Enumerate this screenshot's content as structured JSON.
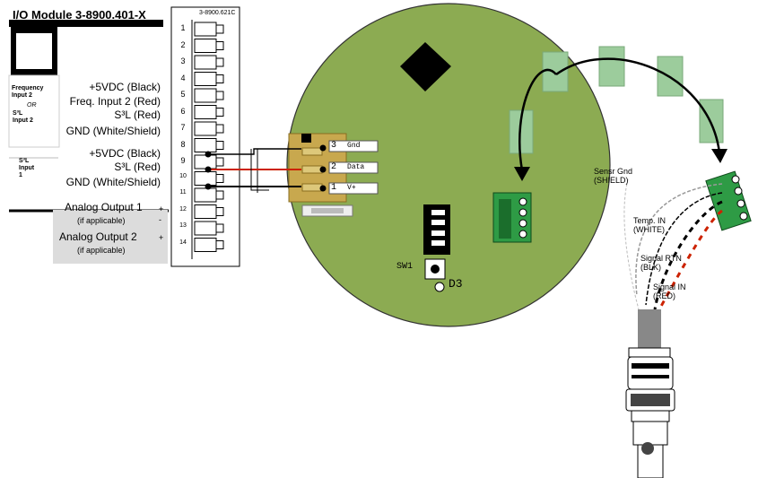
{
  "module": {
    "title": "I/O Module 3-8900.401-X",
    "part_number": "3-8900.621C",
    "pin_numbers": [
      "1",
      "2",
      "3",
      "4",
      "5",
      "6",
      "7",
      "8",
      "9",
      "10",
      "11",
      "12",
      "13",
      "14"
    ]
  },
  "input2": {
    "freq_label": "Frequency\nInput 2",
    "or_label": "OR",
    "s3l_label": "S³L\nInput 2",
    "lines": [
      "+5VDC (Black)",
      "Freq. Input 2 (Red)",
      "S³L (Red)",
      "GND (White/Shield)"
    ]
  },
  "input1": {
    "s3l_label": "S³L\nInput\n1",
    "lines": [
      "+5VDC (Black)",
      "S³L (Red)",
      "GND (White/Shield)"
    ]
  },
  "outputs": {
    "out1": "Analog Output 1",
    "out1_sub": "(if applicable)",
    "out2": "Analog Output 2",
    "out2_sub": "(if applicable)",
    "plus": "+",
    "minus": "-"
  },
  "board": {
    "terminals": [
      {
        "num": "3",
        "name": "Gnd"
      },
      {
        "num": "2",
        "name": "Data"
      },
      {
        "num": "1",
        "name": "V+"
      }
    ],
    "sw1": "SW1",
    "d3": "D3"
  },
  "sensor": {
    "shield": "Sensr Gnd\n(SHIELD)",
    "temp": "Temp. IN\n(WHITE)",
    "rtn": "Signal RTN\n(BLK)",
    "sig": "Signal IN\n(RED)"
  },
  "colors": {
    "board_green": "#8cab52",
    "wire_red": "#cc2200",
    "connector_tan": "#c8a84e",
    "terminal_green": "#2e9b45",
    "ghost_green": "#9ccc9c"
  }
}
